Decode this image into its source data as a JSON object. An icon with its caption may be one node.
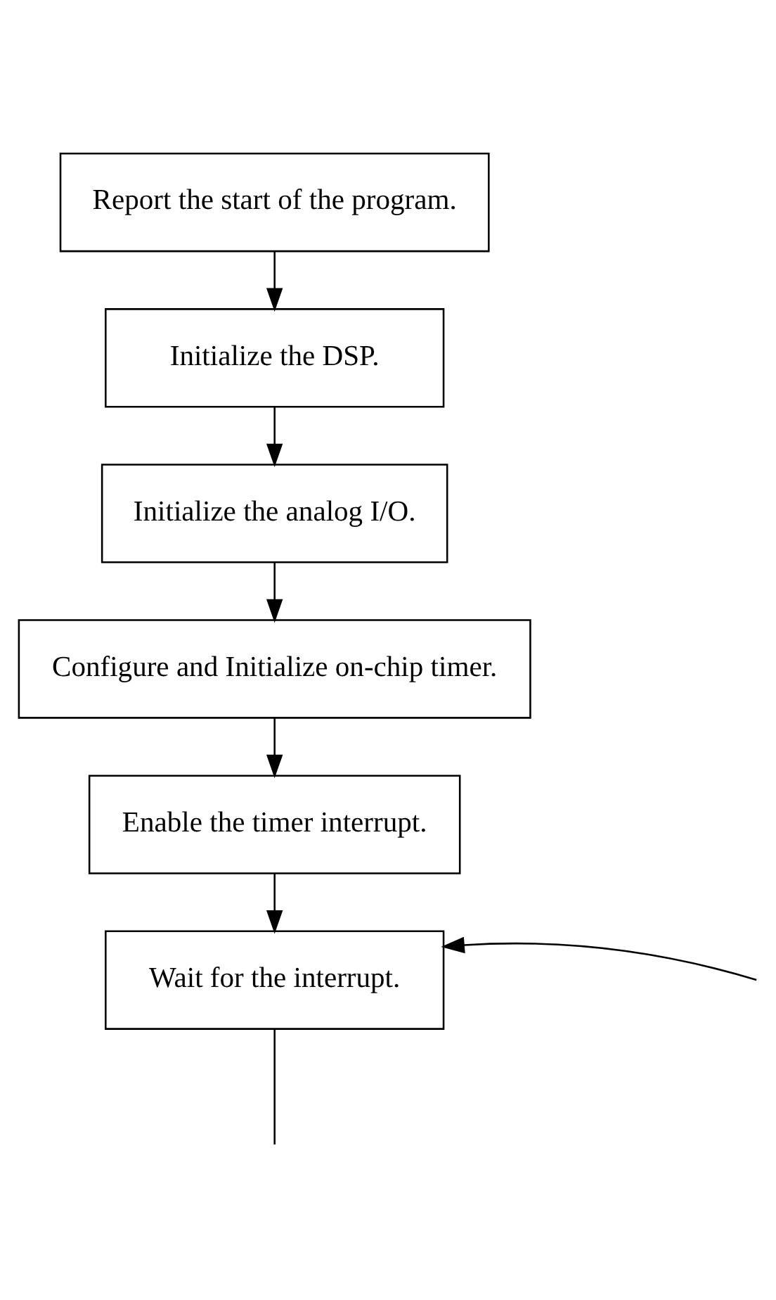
{
  "diagram": {
    "nodes": [
      {
        "text": [
          "Report the start of the program."
        ]
      },
      {
        "text": [
          "Initialize the DSP."
        ]
      },
      {
        "text": [
          "Initialize the analog I/O."
        ]
      },
      {
        "text": [
          "Configure and Initialize on-chip timer."
        ]
      },
      {
        "text": [
          "Enable the timer interrupt."
        ]
      },
      {
        "text": [
          "Wait for the interrupt."
        ]
      }
    ],
    "edges": [
      {
        "from": 0,
        "to": 1,
        "arrow": "to"
      },
      {
        "from": 1,
        "to": 2,
        "arrow": "to"
      },
      {
        "from": 2,
        "to": 3,
        "arrow": "to"
      },
      {
        "from": 3,
        "to": 4,
        "arrow": "to"
      },
      {
        "from": 4,
        "to": 5,
        "arrow": "to"
      },
      {
        "from": null,
        "to": 5,
        "arrow": "to"
      },
      {
        "from": 5,
        "to": null,
        "arrow": "none"
      }
    ]
  }
}
